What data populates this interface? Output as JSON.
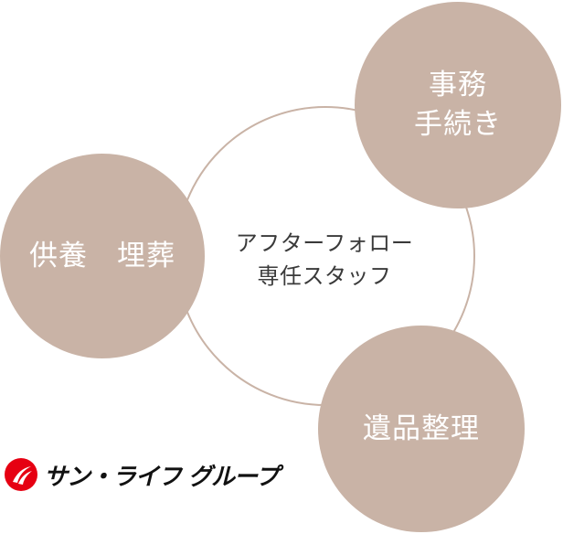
{
  "center": {
    "line1": "アフターフォロー",
    "line2": "専任スタッフ"
  },
  "nodes": {
    "top": {
      "line1": "事務",
      "line2": "手続き"
    },
    "left": {
      "label": "供養　埋葬"
    },
    "bottom": {
      "label": "遺品整理"
    }
  },
  "logo": {
    "name": "サン・ライフ グループ"
  },
  "colors": {
    "circle": "#c9b3a6",
    "ring": "#c9b3a6",
    "logo_red": "#e60012"
  }
}
